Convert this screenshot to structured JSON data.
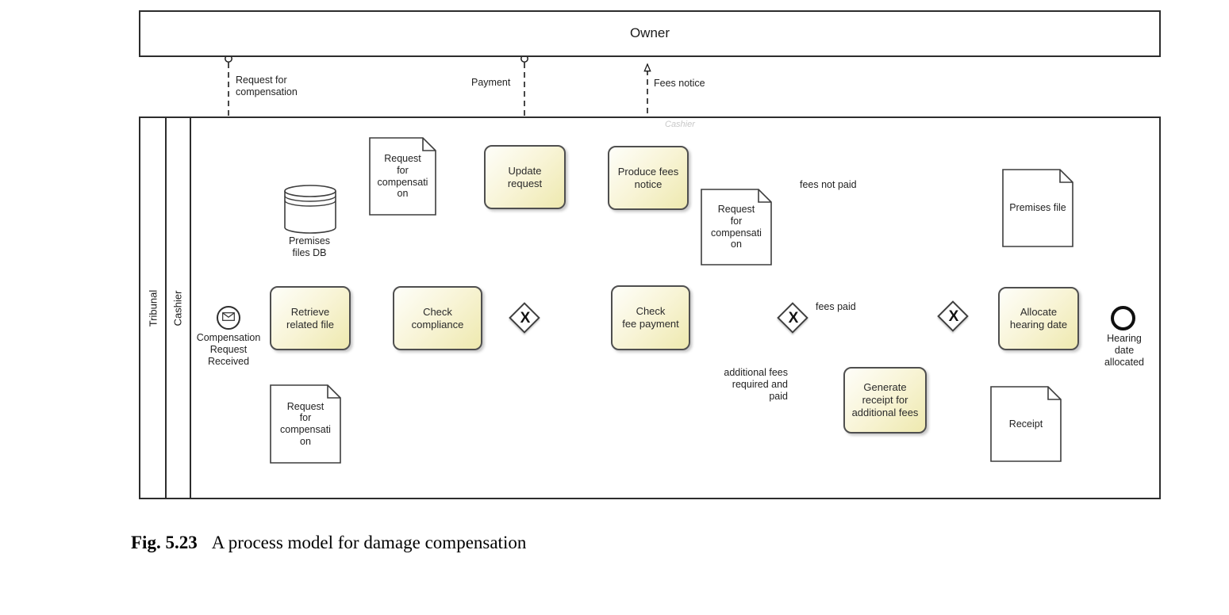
{
  "caption": {
    "fig_label": "Fig. 5.23",
    "title": "A process model for damage compensation"
  },
  "pools": {
    "owner": {
      "label": "Owner"
    },
    "tribunal": {
      "label": "Tribunal",
      "lane_label": "Cashier",
      "lane_watermark": "Cashier"
    }
  },
  "events": {
    "start": {
      "label": "Compensation\nRequest\nReceived"
    },
    "end": {
      "label": "Hearing\ndate\nallocated"
    }
  },
  "tasks": {
    "retrieve_related_file": {
      "label": "Retrieve\nrelated file"
    },
    "check_compliance": {
      "label": "Check\ncompliance"
    },
    "update_request": {
      "label": "Update\nrequest"
    },
    "produce_fees_notice": {
      "label": "Produce fees\nnotice"
    },
    "check_fee_payment": {
      "label": "Check\nfee payment"
    },
    "generate_receipt": {
      "label": "Generate\nreceipt for\nadditional fees"
    },
    "allocate_hearing_date": {
      "label": "Allocate\nhearing date"
    }
  },
  "gateways": {
    "xor_marker": "X"
  },
  "data_objects": {
    "request_doc_left": {
      "label": "Request\nfor\ncompensati\non"
    },
    "request_doc_right": {
      "label": "Request\nfor\ncompensati\non"
    },
    "request_doc_bottom": {
      "label": "Request\nfor\ncompensati\non"
    },
    "premises_file": {
      "label": "Premises file"
    },
    "receipt": {
      "label": "Receipt"
    }
  },
  "data_store": {
    "label": "Premises\nfiles DB"
  },
  "flow_labels": {
    "request_for_compensation": "Request for\ncompensation",
    "payment": "Payment",
    "fees_notice": "Fees notice",
    "fees_not_paid": "fees not paid",
    "fees_paid": "fees paid",
    "additional_fees_required_and_paid": "additional fees\nrequired and\npaid"
  },
  "colors": {
    "task_fill_top": "#fefef9",
    "task_fill_bottom": "#eee9af",
    "shape_border": "#4f4f4f",
    "flow_line": "#1b1b1b",
    "watermark_gray": "#c8c8c8"
  }
}
